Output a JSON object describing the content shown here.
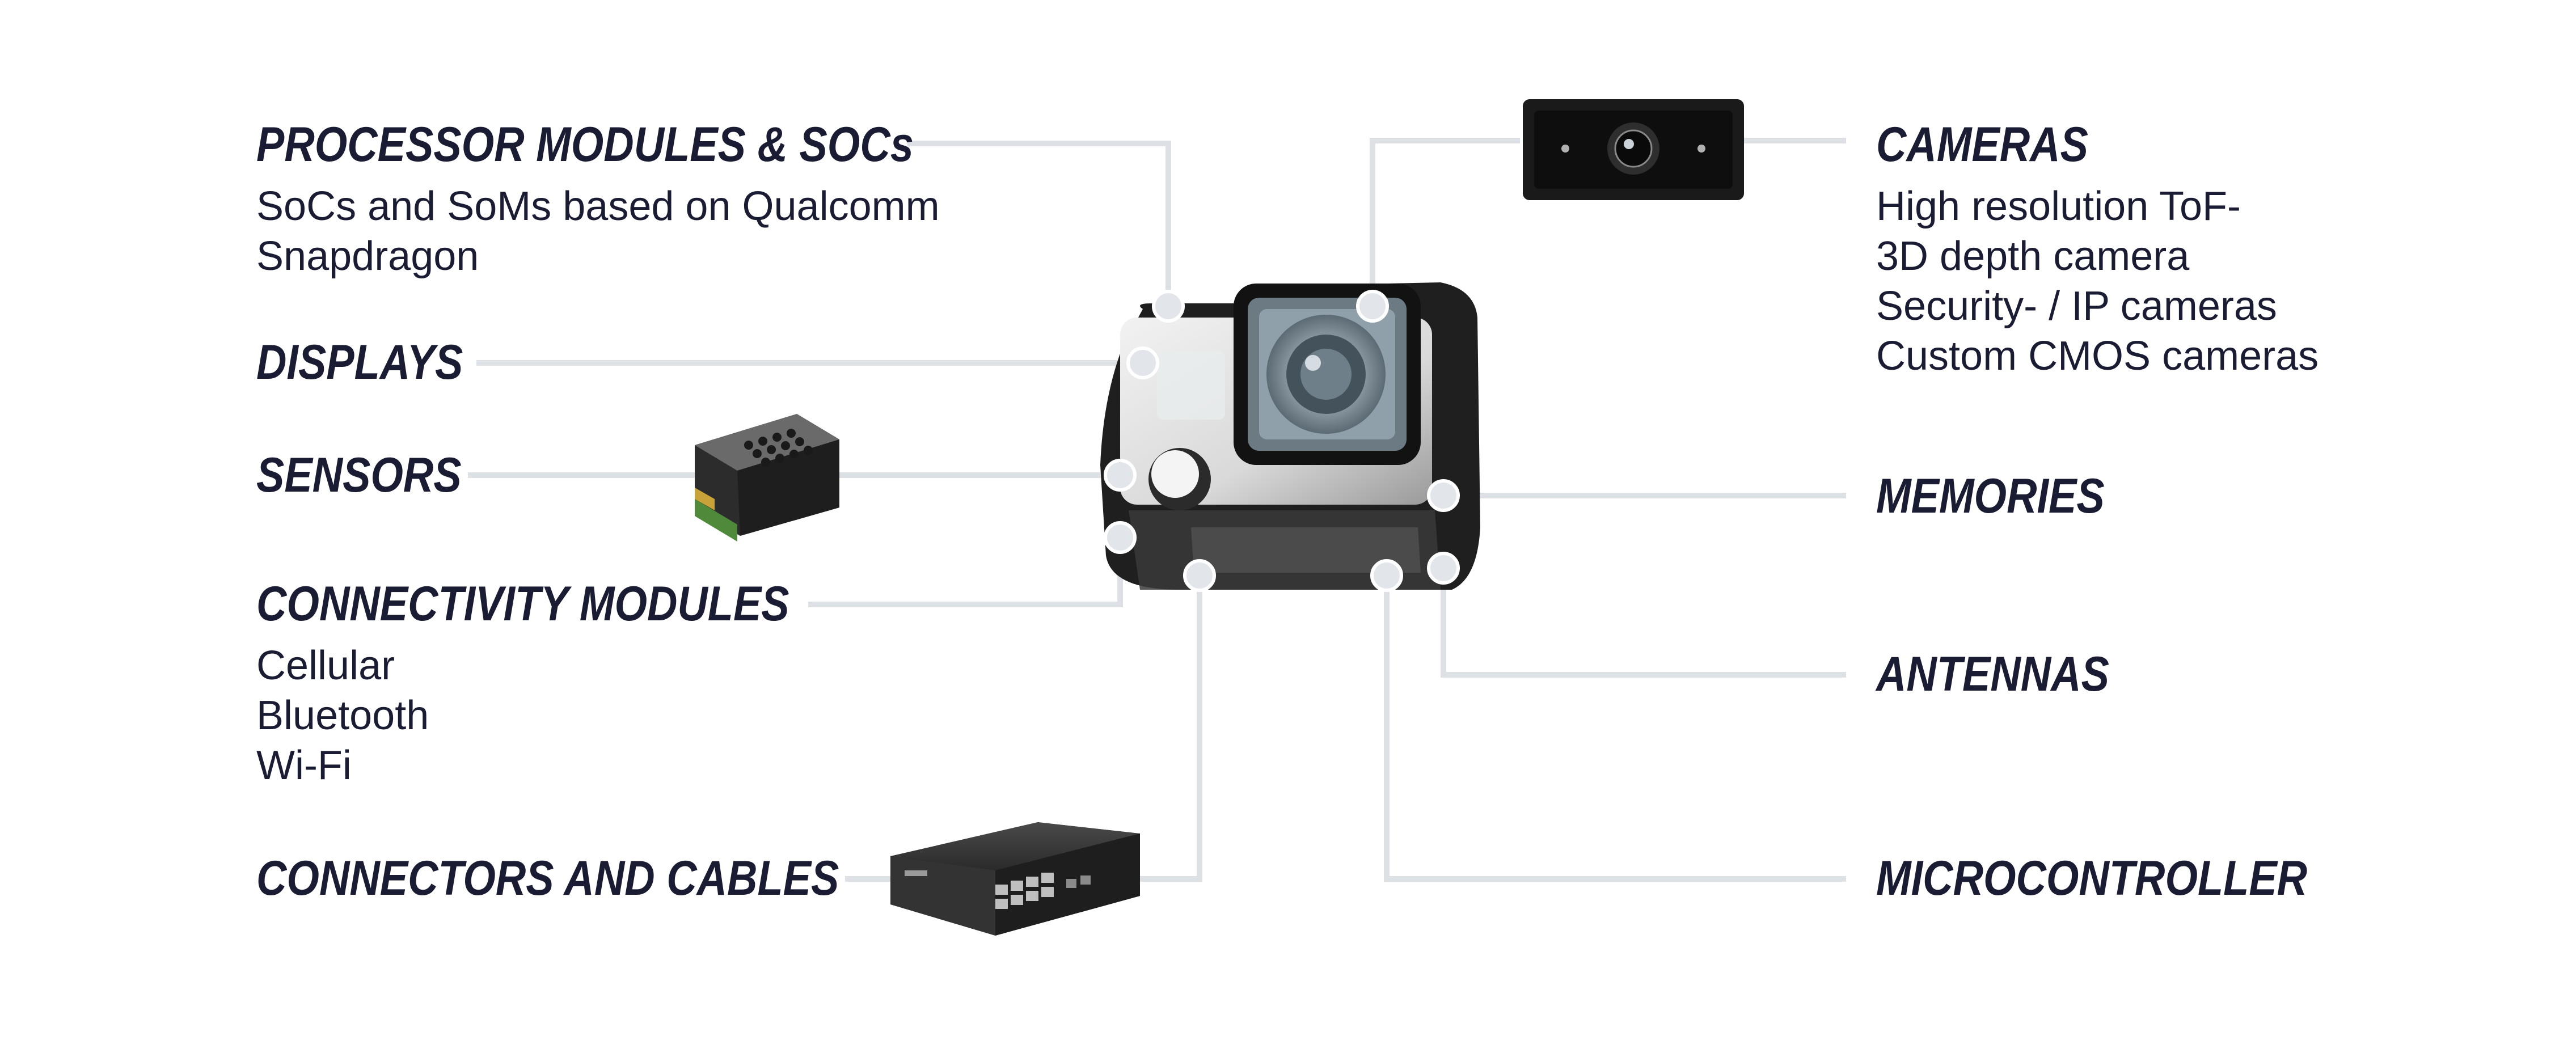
{
  "labels": {
    "processor": {
      "title": "PROCESSOR MODULES & SOCs",
      "lines": [
        "SoCs and SoMs based on Qualcomm",
        "Snapdragon"
      ]
    },
    "displays": {
      "title": "DISPLAYS"
    },
    "sensors": {
      "title": "SENSORS"
    },
    "connectivity": {
      "title": "CONNECTIVITY MODULES",
      "lines": [
        "Cellular",
        "Bluetooth",
        "Wi-Fi"
      ]
    },
    "connectors": {
      "title": "CONNECTORS AND CABLES"
    },
    "cameras": {
      "title": "CAMERAS",
      "lines": [
        "High resolution ToF-",
        "3D depth camera",
        "Security- / IP cameras",
        "Custom CMOS cameras"
      ]
    },
    "memories": {
      "title": "MEMORIES"
    },
    "antennas": {
      "title": "ANTENNAS"
    },
    "microcontroller": {
      "title": "MICROCONTROLLER"
    }
  },
  "colors": {
    "text": "#1a1c33",
    "connector_line": "#dde1e6",
    "dot": "#e2e5ea"
  },
  "images": [
    "action-camera-in-housing",
    "camera-module",
    "sensor-module",
    "network-switch"
  ]
}
